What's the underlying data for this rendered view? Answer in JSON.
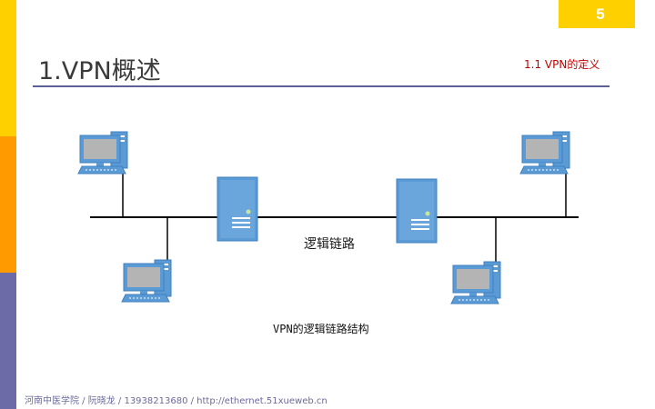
{
  "page_number": "5",
  "title": "1.VPN概述",
  "section": "1.1 VPN的定义",
  "diagram": {
    "link_label": "逻辑链路",
    "caption": "VPN的逻辑链路结构",
    "nodes": [
      {
        "kind": "computer-icon"
      },
      {
        "kind": "computer-icon"
      },
      {
        "kind": "server-icon"
      },
      {
        "kind": "server-icon"
      },
      {
        "kind": "computer-icon"
      },
      {
        "kind": "computer-icon"
      }
    ]
  },
  "footer": "河南中医学院 / 阮晓龙 / 13938213680 / http://ethernet.51xueweb.cn",
  "colors": {
    "accent_yellow": "#ffd000",
    "accent_orange": "#ff9b00",
    "accent_purple": "#6d6aa8",
    "device_blue": "#5b9bd5",
    "rule": "#5c6096",
    "section_red": "#c00000"
  }
}
